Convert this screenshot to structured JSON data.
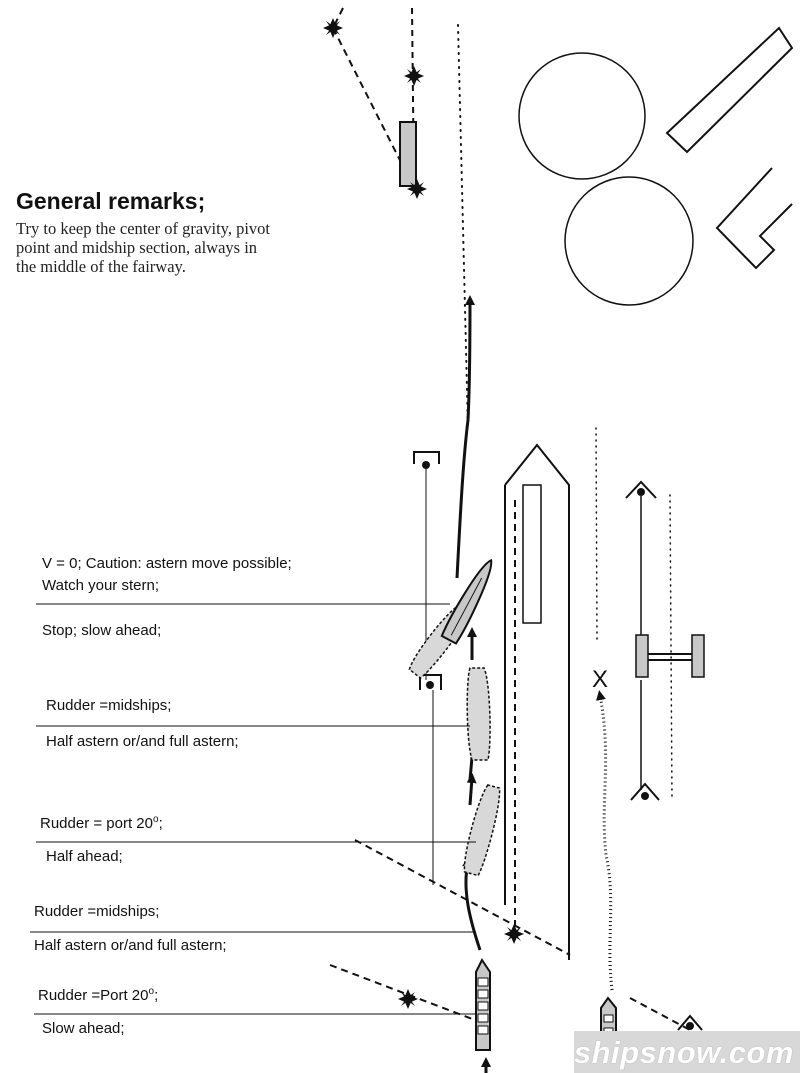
{
  "heading": "General remarks;",
  "remarks": [
    "Try to keep the center of gravity, pivot",
    "point and midship section,  always in",
    "the middle of the fairway."
  ],
  "instructions": [
    "V = 0; Caution: astern move possible;",
    "Watch your stern;",
    "Stop; slow ahead;",
    "Rudder =midships;",
    "Half astern or/and full astern;",
    "Rudder = port 20",
    "Half ahead;",
    "Rudder =midships;",
    "Half astern or/and full astern;",
    "Rudder =Port 20",
    "Slow ahead;"
  ],
  "degree_symbol": "o",
  "degree_semicolon": ";",
  "x_mark": "X",
  "watermark": "shipsnow.com",
  "colors": {
    "ink": "#111111",
    "ship_fill": "#c8c8c8",
    "watermark_bg": "#d8d8d8"
  }
}
